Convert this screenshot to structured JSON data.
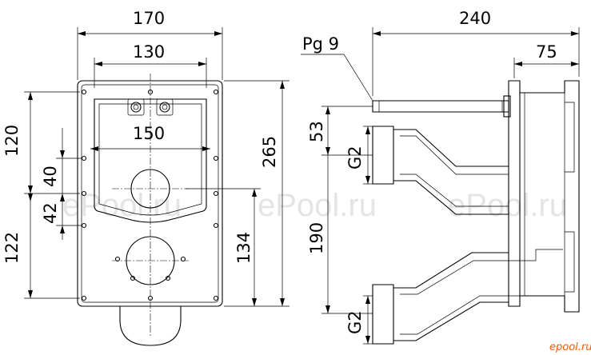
{
  "front_view": {
    "dim_width_overall": "170",
    "dim_width_holes": "130",
    "dim_width_inner": "150",
    "dim_height_overall": "265",
    "dim_height_upper": "120",
    "dim_height_lower": "122",
    "dim_40": "40",
    "dim_42": "42",
    "dim_134": "134"
  },
  "side_view": {
    "dim_depth_overall": "240",
    "dim_flange": "75",
    "thread_label": "Pg 9",
    "dim_53": "53",
    "dim_190": "190",
    "port_upper_label": "G2",
    "port_lower_label": "G2"
  },
  "watermarks": [
    "ePool.ru",
    "ePool.ru",
    "ePool.ru"
  ],
  "brand_logo": "epool.ru"
}
